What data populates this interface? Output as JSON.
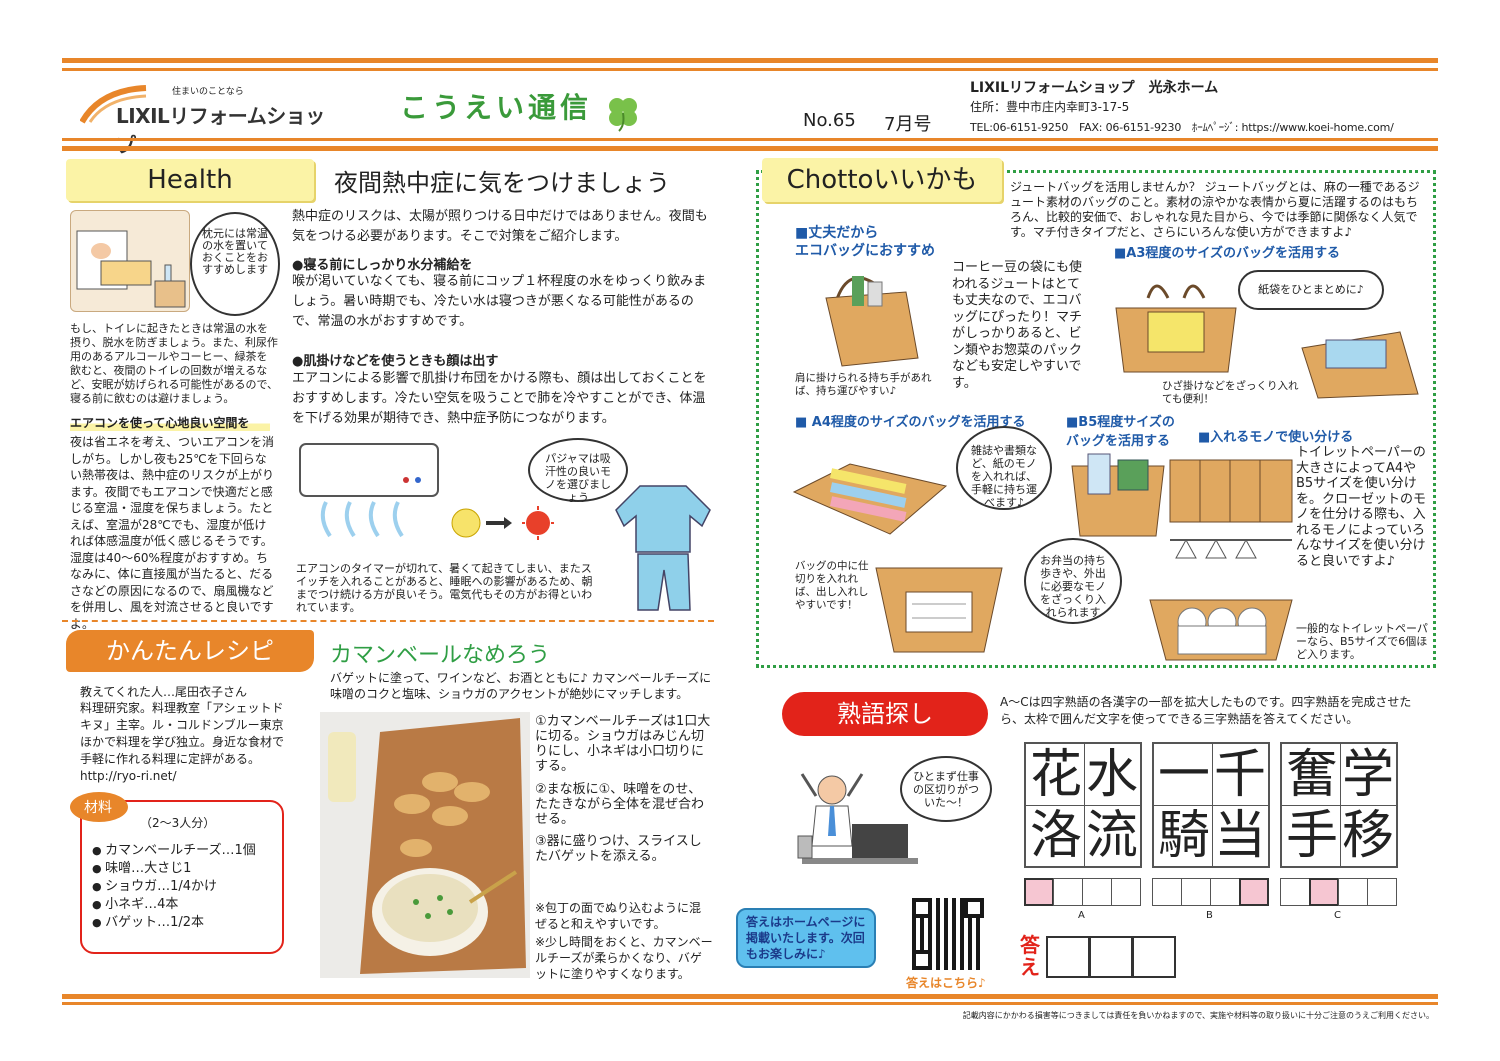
{
  "header": {
    "logo_tagline": "住まいのことなら",
    "logo_text": "LIXILリフォームショップ",
    "newsletter_title": "こうえい通信",
    "issue_no": "No.65",
    "issue_month": "7月号",
    "shop_name": "LIXILリフォームショップ　光永ホーム",
    "address": "住所：豊中市庄内幸町3-17-5",
    "contact": "TEL:06-6151-9250　FAX: 06-6151-9230　ﾎｰﾑﾍﾟｰｼﾞ: https://www.koei-home.com/"
  },
  "health": {
    "tab": "Health",
    "title": "夜間熱中症に気をつけましょう",
    "bubble_left": "枕元には常温の水を置いておくことをおすすめします",
    "left_para": "もし、トイレに起きたときは常温の水を摂り、脱水を防ぎましょう。また、利尿作用のあるアルコールやコーヒー、緑茶を飲むと、夜間のトイレの回数が増えるなど、安眠が妨げられる可能性があるので、寝る前に飲むのは避けましょう。",
    "aircon_heading": "エアコンを使って心地良い空間を",
    "aircon_para": "夜は省エネを考え、ついエアコンを消しがち。しかし夜も25℃を下回らない熱帯夜は、熱中症のリスクが上がります。夜間でもエアコンで快適だと感じる室温・湿度を保ちましょう。たとえば、室温が28℃でも、湿度が低ければ体感温度が低く感じるそうです。湿度は40～60%程度がおすすめ。ちなみに、体に直接風が当たると、だるさなどの原因になるので、扇風機などを併用し、風を対流させると良いですよ。",
    "intro": "熱中症のリスクは、太陽が照りつける日中だけではありません。夜間も気をつける必要があります。そこで対策をご紹介します。",
    "h1": "●寝る前にしっかり水分補給を",
    "p1": "喉が渇いていなくても、寝る前にコップ１杯程度の水をゆっくり飲みましょう。暑い時期でも、冷たい水は寝つきが悪くなる可能性があるので、常温の水がおすすめです。",
    "h2": "●肌掛けなどを使うときも顔は出す",
    "p2": "エアコンによる影響で肌掛け布団をかける際も、顔は出しておくことをおすすめします。冷たい空気を吸うことで肺を冷やすことができ、体温を下げる効果が期待でき、熱中症予防につながります。",
    "pajama_bubble": "パジャマは吸汗性の良いモノを選びましょう",
    "timer_note": "エアコンのタイマーが切れて、暑くて起きてしまい、またスイッチを入れることがあると、睡眠への影響があるため、朝までつけ続ける方が良いそう。電気代もその方がお得といわれています。"
  },
  "chotto": {
    "tab": "Chottoいいかも",
    "intro": "ジュートバッグを活用しませんか？ ジュートバッグとは、麻の一種であるジュート素材のバッグのこと。素材の涼やかな表情から夏に活躍するのはもちろん、比較的安価で、おしゃれな見た目から、今では季節に関係なく人気です。マチ付きタイプだと、さらにいろんな使い方ができますよ♪",
    "eco_heading_1": "■丈夫だから",
    "eco_heading_2": "エコバッグにおすすめ",
    "eco_para": "コーヒー豆の袋にも使われるジュートはとても丈夫なので、エコバッグにぴったり！マチがしっかりあると、ビン類やお惣菜のパックなども安定しやすいです。",
    "eco_caption": "肩に掛けられる持ち手があれば、持ち運びやすい♪",
    "a3_heading": "■A3程度のサイズのバッグを活用する",
    "a3_bubble": "紙袋をひとまとめに♪",
    "a3_caption": "ひざ掛けなどをざっくり入れても便利！",
    "a4_heading": "■ A4程度のサイズのバッグを活用する",
    "a4_bubble": "雑誌や書類など、紙のモノを入れれば、手軽に持ち運べます♪",
    "a4_caption": "バッグの中に仕切りを入れれば、出し入れしやすいです！",
    "b5_heading_1": "■B5程度サイズの",
    "b5_heading_2": "バッグを活用する",
    "b5_bubble": "お弁当の持ち歩きや、外出に必要なモノをざっくり入れられます",
    "sort_heading": "■入れるモノで使い分ける",
    "sort_para": "トイレットペーパーの大きさによってA4やB5サイズを使い分けを。クローゼットのモノを仕分ける際も、入れるモノによっていろんなサイズを使い分けると良いですよ♪",
    "toilet_caption": "一般的なトイレットペーパーなら、B5サイズで6個ほど入ります。"
  },
  "recipe": {
    "tab": "かんたんレシピ",
    "title": "カマンベールなめろう",
    "intro": "バゲットに塗って、ワインなど、お酒とともに♪ カマンベールチーズに味噌のコクと塩味、ショウガのアクセントが絶妙にマッチします。",
    "teacher": "教えてくれた人…尾田衣子さん",
    "bio": "料理研究家。料理教室「アシェットドキヌ」主宰。ル・コルドンブルー東京ほかで料理を学び独立。身近な食材で手軽に作れる料理に定評がある。",
    "url": "http://ryo-ri.net/",
    "ingredients_label": "材料",
    "servings": "（2～3人分）",
    "ingredients": [
      "カマンベールチーズ…1個",
      "味噌…大さじ1",
      "ショウガ…1/4かけ",
      "小ネギ…4本",
      "バゲット…1/2本"
    ],
    "step1": "①カマンベールチーズは1口大に切る。ショウガはみじん切りにし、小ネギは小口切りにする。",
    "step2": "②まな板に①、味噌をのせ、たたきながら全体を混ぜ合わせる。",
    "step3": "③器に盛りつけ、スライスしたバゲットを添える。",
    "note1": "※包丁の面でぬり込むように混ぜると和えやすいです。",
    "note2": "※少し時間をおくと、カマンベールチーズが柔らかくなり、バゲットに塗りやすくなります。"
  },
  "puzzle": {
    "tab": "熟語探し",
    "instructions": "A～Cは四字熟語の各漢字の一部を拡大したものです。四字熟語を完成させたら、太枠で囲んだ文字を使ってできる三字熟語を答えてください。",
    "man_bubble": "ひとまず仕事の区切りがついた～！",
    "answer_note": "答えはホームページに掲載いたします。次回もお楽しみに♪",
    "qr_caption": "答えはこちら♪",
    "answer_label": "答え",
    "labels": [
      "A",
      "B",
      "C"
    ],
    "glyphs_a": [
      "花",
      "水",
      "洛",
      "流"
    ],
    "glyphs_b": [
      "一",
      "千",
      "騎",
      "当"
    ],
    "glyphs_c": [
      "奮",
      "学",
      "手",
      "移"
    ]
  },
  "footer": {
    "disclaimer": "記載内容にかかわる損害等につきましては責任を負いかねますので、実施や材料等の取り扱いに十分ご注意のうえご利用ください。"
  },
  "colors": {
    "orange": "#e8862a",
    "tab_yellow": "#fbf3a6",
    "puzzle_red": "#e2231a",
    "blue_heading": "#1f5aa8",
    "green_dotted": "#2f9e44"
  }
}
